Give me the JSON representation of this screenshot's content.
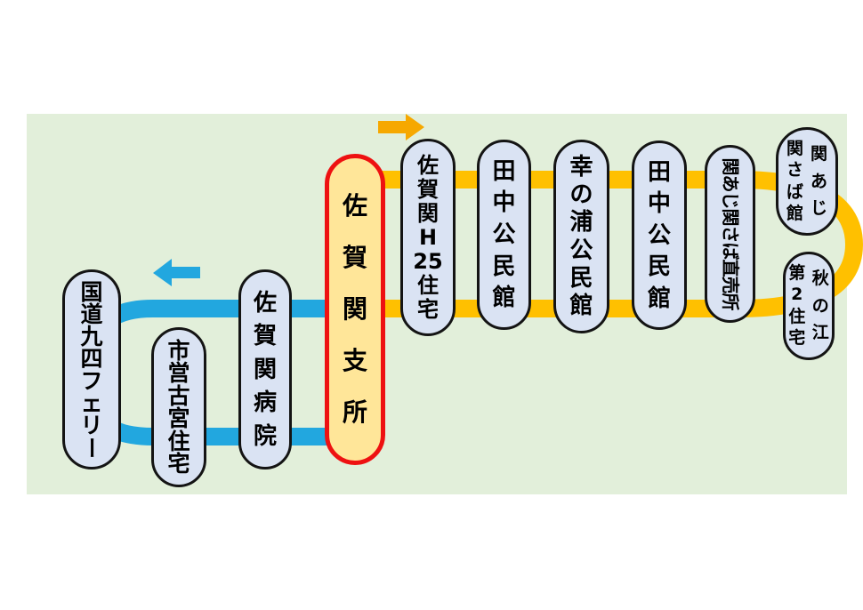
{
  "diagram": {
    "kind": "bus-route-map",
    "panel_background": "#e2efda",
    "page_background": "#ffffff"
  },
  "colors": {
    "outbound_line": "#ffc000",
    "outbound_arrow": "#f6a800",
    "return_line": "#22a7df",
    "return_arrow": "#22a7df",
    "stop_fill": "#dae3f3",
    "stop_border": "#141414",
    "highlight_fill": "#ffe699",
    "highlight_border": "#ee1111"
  },
  "routes": {
    "outbound": {
      "color": "#ffc000",
      "arrow_color": "#f6a800",
      "direction": "right"
    },
    "return": {
      "color": "#22a7df",
      "arrow_color": "#22a7df",
      "direction": "left"
    }
  },
  "stops": [
    {
      "name": "国道九四フェリー",
      "units": [
        "国",
        "道",
        "九",
        "四",
        "フ",
        "ェ",
        "リ",
        "ー"
      ]
    },
    {
      "name": "市営古宮住宅",
      "units": [
        "市",
        "営",
        "古",
        "宮",
        "住",
        "宅"
      ]
    },
    {
      "name": "佐賀関病院",
      "units": [
        "佐",
        "賀",
        "関",
        "病",
        "院"
      ]
    },
    {
      "name": "佐賀関支所",
      "units": [
        "佐",
        "賀",
        "関",
        "支",
        "所"
      ],
      "highlight": true
    },
    {
      "name": "佐賀関H25住宅",
      "units": [
        "佐",
        "賀",
        "関",
        "H",
        "25",
        "住",
        "宅"
      ]
    },
    {
      "name": "田中公民館",
      "units": [
        "田",
        "中",
        "公",
        "民",
        "館"
      ]
    },
    {
      "name": "幸の浦公民館",
      "units": [
        "幸",
        "の",
        "浦",
        "公",
        "民",
        "館"
      ]
    },
    {
      "name": "田中公民館",
      "units": [
        "田",
        "中",
        "公",
        "民",
        "館"
      ]
    },
    {
      "name": "関あじ関さば直売所",
      "rotated": true
    },
    {
      "name": "関あじ関さば館",
      "columns": [
        [
          "関",
          "あ",
          "じ"
        ],
        [
          "関",
          "さ",
          "ば",
          "館"
        ]
      ]
    },
    {
      "name": "秋の江第2住宅",
      "columns": [
        [
          "秋",
          "の",
          "江"
        ],
        [
          "第",
          "2",
          "住",
          "宅"
        ]
      ]
    }
  ],
  "icons": {
    "outbound_arrow": "right-arrow",
    "return_arrow": "left-arrow"
  }
}
